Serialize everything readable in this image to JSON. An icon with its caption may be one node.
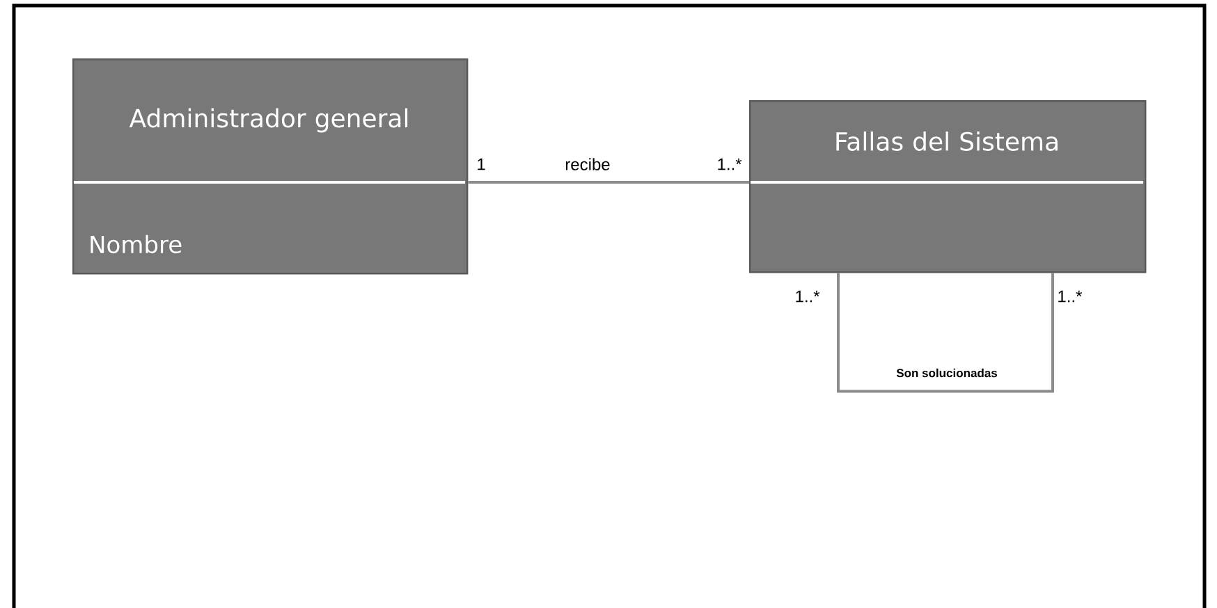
{
  "diagram": {
    "nodes": [
      {
        "text": [
          "Administrador general",
          "Nombre"
        ]
      },
      {
        "text": [
          "Fallas del Sistema"
        ]
      }
    ],
    "edges": [
      {
        "from": 0,
        "to": 1,
        "arrow": "none",
        "label": "recibe"
      },
      {
        "from": 1,
        "to": 1,
        "arrow": "none",
        "label": "Son solucionadas"
      }
    ],
    "labels": [
      "1",
      "1..*",
      "1..*",
      "1..*"
    ]
  }
}
